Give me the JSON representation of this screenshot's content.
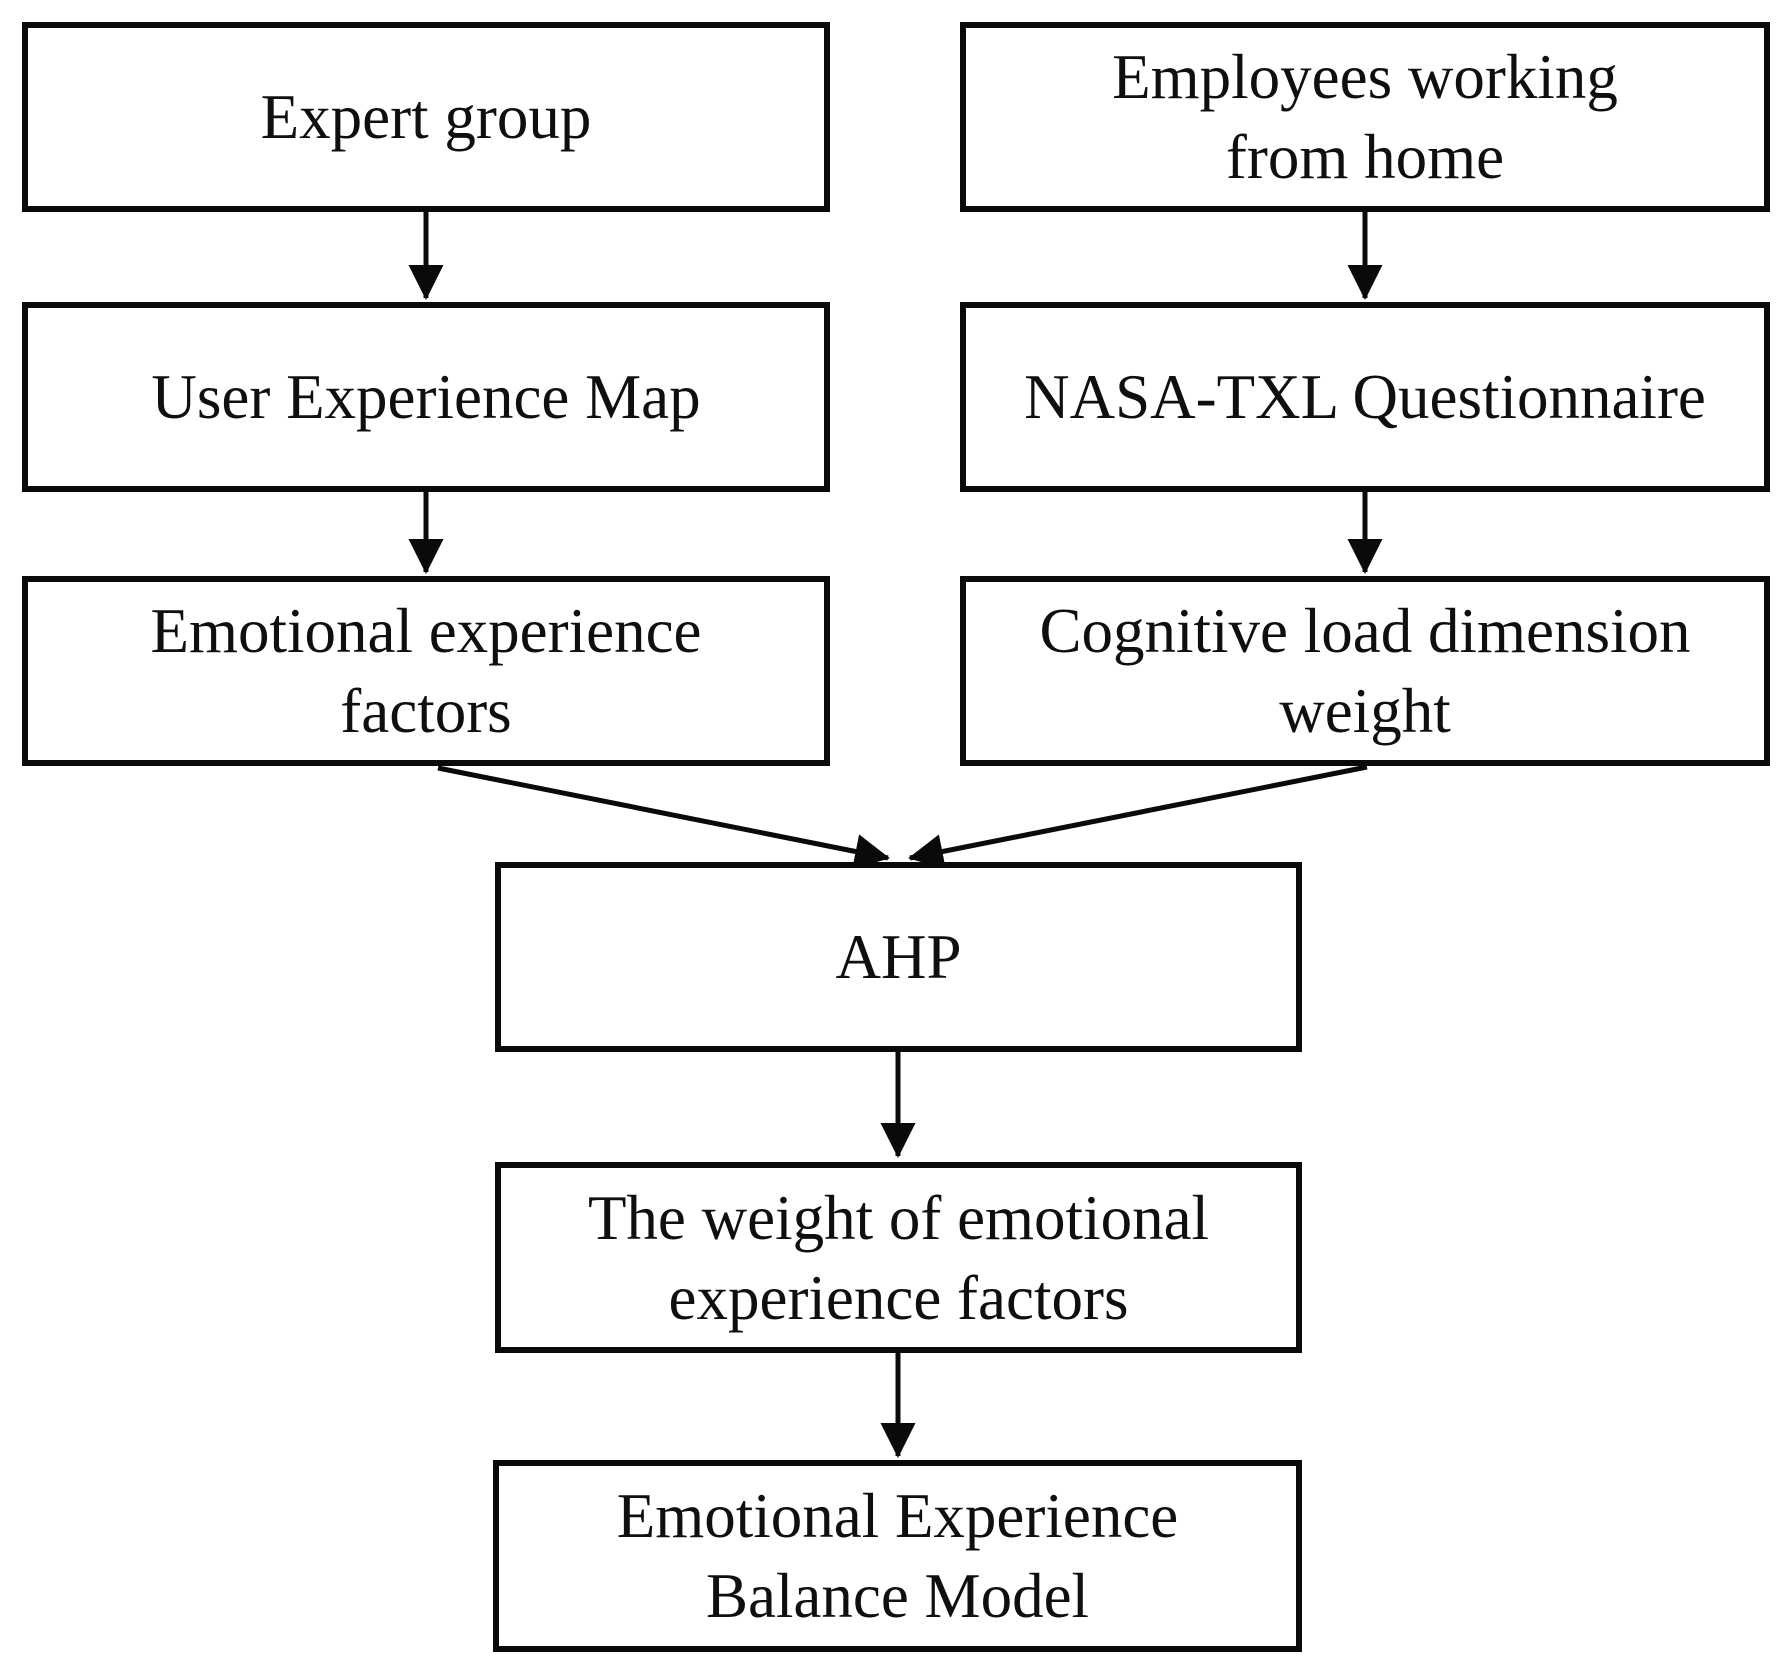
{
  "diagram": {
    "colors": {
      "background": "#ffffff",
      "line": "#0a0a0a",
      "text": "#0f0f0f"
    },
    "nodes": {
      "expert_group": {
        "lines": [
          "Expert group"
        ]
      },
      "employees_wfh": {
        "lines": [
          "Employees working",
          "from home"
        ]
      },
      "ux_map": {
        "lines": [
          "User Experience Map"
        ]
      },
      "nasa_txl": {
        "lines": [
          "NASA-TXL Questionnaire"
        ]
      },
      "emotional_factors": {
        "lines": [
          "Emotional experience",
          "factors"
        ]
      },
      "cognitive_load": {
        "lines": [
          "Cognitive load dimension",
          "weight"
        ]
      },
      "ahp": {
        "lines": [
          "AHP"
        ]
      },
      "weight_factors": {
        "lines": [
          "The weight of emotional",
          "experience factors"
        ]
      },
      "balance_model": {
        "lines": [
          "Emotional Experience",
          "Balance Model"
        ]
      }
    },
    "edges": [
      {
        "from": "expert_group",
        "to": "ux_map"
      },
      {
        "from": "ux_map",
        "to": "emotional_factors"
      },
      {
        "from": "employees_wfh",
        "to": "nasa_txl"
      },
      {
        "from": "nasa_txl",
        "to": "cognitive_load"
      },
      {
        "from": "emotional_factors",
        "to": "ahp"
      },
      {
        "from": "cognitive_load",
        "to": "ahp"
      },
      {
        "from": "ahp",
        "to": "weight_factors"
      },
      {
        "from": "weight_factors",
        "to": "balance_model"
      }
    ]
  }
}
